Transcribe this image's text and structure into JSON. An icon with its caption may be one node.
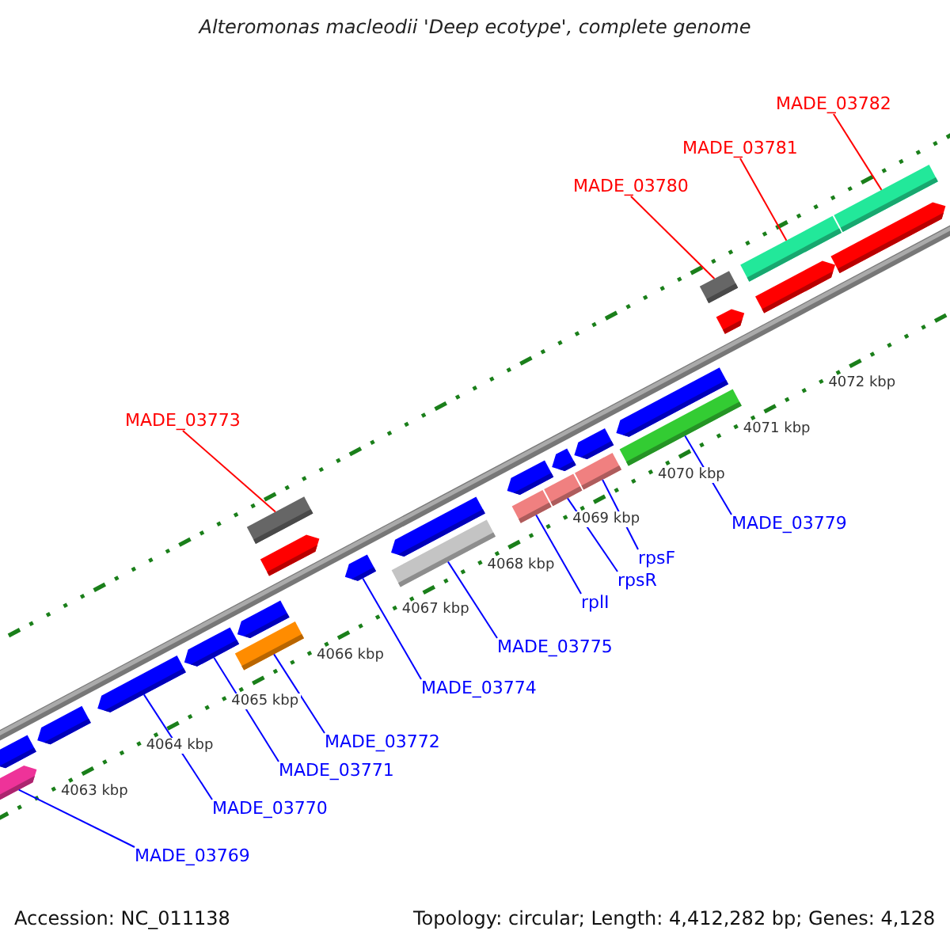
{
  "diagram": {
    "title": "Alteromonas macleodii 'Deep ecotype', complete genome",
    "nodes": [
      {
        "text": [
          "MADE_03782"
        ]
      },
      {
        "text": [
          "MADE_03781"
        ]
      },
      {
        "text": [
          "MADE_03780"
        ]
      },
      {
        "text": [
          "MADE_03773"
        ]
      },
      {
        "text": [
          "MADE_03779"
        ]
      },
      {
        "text": [
          "rpsF"
        ]
      },
      {
        "text": [
          "rpsR"
        ]
      },
      {
        "text": [
          "rplI"
        ]
      },
      {
        "text": [
          "MADE_03775"
        ]
      },
      {
        "text": [
          "MADE_03774"
        ]
      },
      {
        "text": [
          "MADE_03772"
        ]
      },
      {
        "text": [
          "MADE_03771"
        ]
      },
      {
        "text": [
          "MADE_03770"
        ]
      },
      {
        "text": [
          "MADE_03769"
        ]
      },
      {
        "text": [],
        "shape": "box"
      },
      {
        "text": [],
        "shape": "box"
      },
      {
        "text": [],
        "shape": "box"
      },
      {
        "text": [],
        "shape": "box"
      },
      {
        "text": [],
        "shape": "box"
      },
      {
        "text": [],
        "shape": "box"
      },
      {
        "text": [],
        "shape": "box"
      },
      {
        "text": [],
        "shape": "box"
      },
      {
        "text": [],
        "shape": "box"
      },
      {
        "text": [],
        "shape": "arrow"
      },
      {
        "text": [],
        "shape": "box"
      },
      {
        "text": [],
        "shape": "arrow"
      },
      {
        "text": [],
        "shape": "arrow"
      },
      {
        "text": [],
        "shape": "arrow"
      },
      {
        "text": [],
        "shape": "arrow"
      },
      {
        "text": [],
        "shape": "arrow"
      },
      {
        "text": [],
        "shape": "arrow"
      },
      {
        "text": [],
        "shape": "arrow"
      },
      {
        "text": [],
        "shape": "arrow"
      },
      {
        "text": [],
        "shape": "arrow"
      },
      {
        "text": [],
        "shape": "arrow"
      },
      {
        "text": [],
        "shape": "arrow"
      },
      {
        "text": [],
        "shape": "arrow"
      },
      {
        "text": [],
        "shape": "arrow"
      },
      {
        "text": [],
        "shape": "arrow"
      },
      {
        "text": [],
        "shape": "arrow"
      }
    ],
    "edges": [
      {
        "from": 0,
        "to": 14,
        "arrow": "none",
        "color": "#ff0000"
      },
      {
        "from": 1,
        "to": 15,
        "arrow": "none",
        "color": "#ff0000"
      },
      {
        "from": 2,
        "to": 16,
        "arrow": "none",
        "color": "#ff0000"
      },
      {
        "from": 3,
        "to": 17,
        "arrow": "none",
        "color": "#ff0000"
      },
      {
        "from": 4,
        "to": 18,
        "arrow": "none"
      },
      {
        "from": 5,
        "to": 19,
        "arrow": "none"
      },
      {
        "from": 6,
        "to": 20,
        "arrow": "none"
      },
      {
        "from": 7,
        "to": 21,
        "arrow": "none"
      },
      {
        "from": 8,
        "to": 22,
        "arrow": "none"
      },
      {
        "from": 9,
        "to": 23,
        "arrow": "none"
      },
      {
        "from": 10,
        "to": 24,
        "arrow": "none"
      },
      {
        "from": 11,
        "to": 25,
        "arrow": "none"
      },
      {
        "from": 12,
        "to": 26,
        "arrow": "none"
      },
      {
        "from": 13,
        "to": 27,
        "arrow": "none"
      }
    ],
    "labels": [
      "4063 kbp",
      "4064 kbp",
      "4065 kbp",
      "4066 kbp",
      "4067 kbp",
      "4068 kbp",
      "4069 kbp",
      "4070 kbp",
      "4071 kbp",
      "4072 kbp",
      "Accession: NC_011138",
      "Topology: circular; Length: 4,412,282 bp; Genes: 4,128"
    ]
  }
}
